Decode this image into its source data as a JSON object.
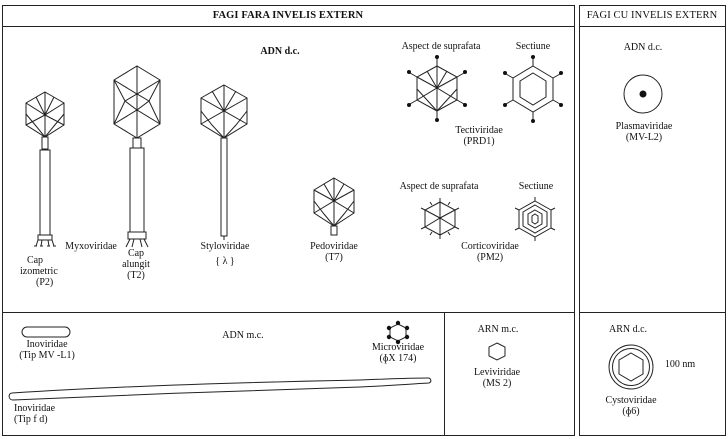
{
  "sections": {
    "left_header": "FAGI FARA INVELIS EXTERN",
    "right_header": "FAGI CU INVELIS EXTERN"
  },
  "groups": {
    "adn_dc_left": "ADN d.c.",
    "adn_dc_right": "ADN d.c.",
    "adn_mc": "ADN m.c.",
    "arn_mc": "ARN m.c.",
    "arn_dc": "ARN d.c."
  },
  "labels": {
    "aspect1": "Aspect de suprafata",
    "sectiune1": "Sectiune",
    "aspect2": "Aspect de suprafata",
    "sectiune2": "Sectiune",
    "cap_izometric": [
      "Cap",
      "izometric",
      "(P2)"
    ],
    "myxoviridae": "Myxoviridae",
    "cap_alungit": [
      "Cap",
      "alungit",
      "(T2)"
    ],
    "styloviridae": [
      "Styloviridae",
      "{ λ }"
    ],
    "pedoviridae": [
      "Pedoviridae",
      "(T7)"
    ],
    "tectiviridae": [
      "Tectiviridae",
      "(PRD1)"
    ],
    "corticoviridae": [
      "Corticoviridae",
      "(PM2)"
    ],
    "plasmaviridae": [
      "Plasmaviridae",
      "(MV-L2)"
    ],
    "inoviridae1": [
      "Inoviridae",
      "(Tip MV -L1)"
    ],
    "inoviridae2": [
      "Inoviridae",
      "(Tip f d)"
    ],
    "microviridae": [
      "Microviridae",
      "(ɸX 174)"
    ],
    "leviviridae": [
      "Leviviridae",
      "(MS 2)"
    ],
    "cystoviridae": [
      "Cystoviridae",
      "(ɸ6)"
    ],
    "scale": "100 nm"
  }
}
